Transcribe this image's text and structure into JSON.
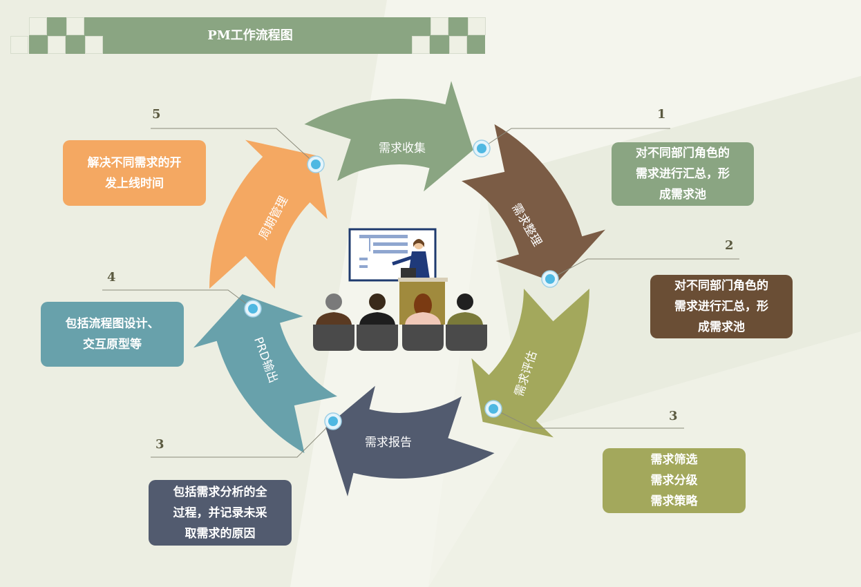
{
  "title": "PM工作流程图",
  "segments": [
    {
      "label": "需求收集",
      "color": "#8aa582"
    },
    {
      "label": "需求整理",
      "color": "#7b5c45"
    },
    {
      "label": "需求评估",
      "color": "#a3a85c"
    },
    {
      "label": "需求报告",
      "color": "#525b6f"
    },
    {
      "label": "PRD输出",
      "color": "#68a1ab"
    },
    {
      "label": "周期管理",
      "color": "#f4a862"
    }
  ],
  "callouts": [
    {
      "number": "1",
      "lines": [
        "对不同部门角色的",
        "需求进行汇总，形",
        "成需求池"
      ],
      "color": "#8aa582"
    },
    {
      "number": "2",
      "lines": [
        "对不同部门角色的",
        "需求进行汇总，形",
        "成需求池"
      ],
      "color": "#6a4e35"
    },
    {
      "number": "3",
      "lines": [
        "需求筛选",
        "需求分级",
        "需求策略"
      ],
      "color": "#a3a85c"
    },
    {
      "number": "3",
      "lines": [
        "包括需求分析的全",
        "过程，并记录未采",
        "取需求的原因"
      ],
      "color": "#525b6f"
    },
    {
      "number": "4",
      "lines": [
        "包括流程图设计、",
        "交互原型等"
      ],
      "color": "#68a1ab"
    },
    {
      "number": "5",
      "lines": [
        "解决不同需求的开",
        "发上线时间"
      ],
      "color": "#f4a862"
    }
  ]
}
